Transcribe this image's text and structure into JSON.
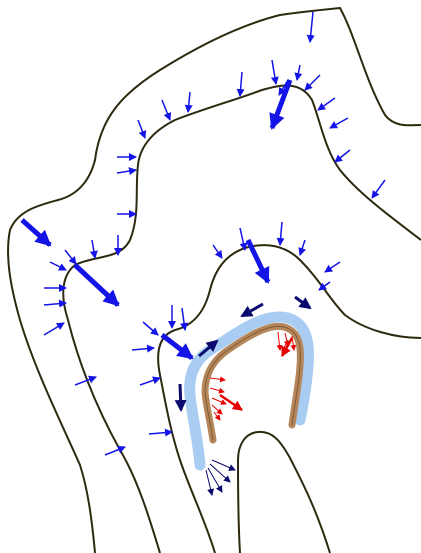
{
  "diagram": {
    "colors": {
      "background": "#ffffff",
      "outline": "#2e2a10",
      "arrow_blue": "#1414e6",
      "arrow_navy": "#0a0a6e",
      "arrow_red": "#e60000",
      "band_light_blue": "#a9cdf2",
      "band_tan": "#b5865a"
    },
    "elements": [
      "outer-contour",
      "middle-contour",
      "inner-contour",
      "light-blue-band",
      "tan-band",
      "blue-force-arrows",
      "thick-blue-force-arrows",
      "navy-flow-arrows",
      "red-force-arrows"
    ]
  }
}
